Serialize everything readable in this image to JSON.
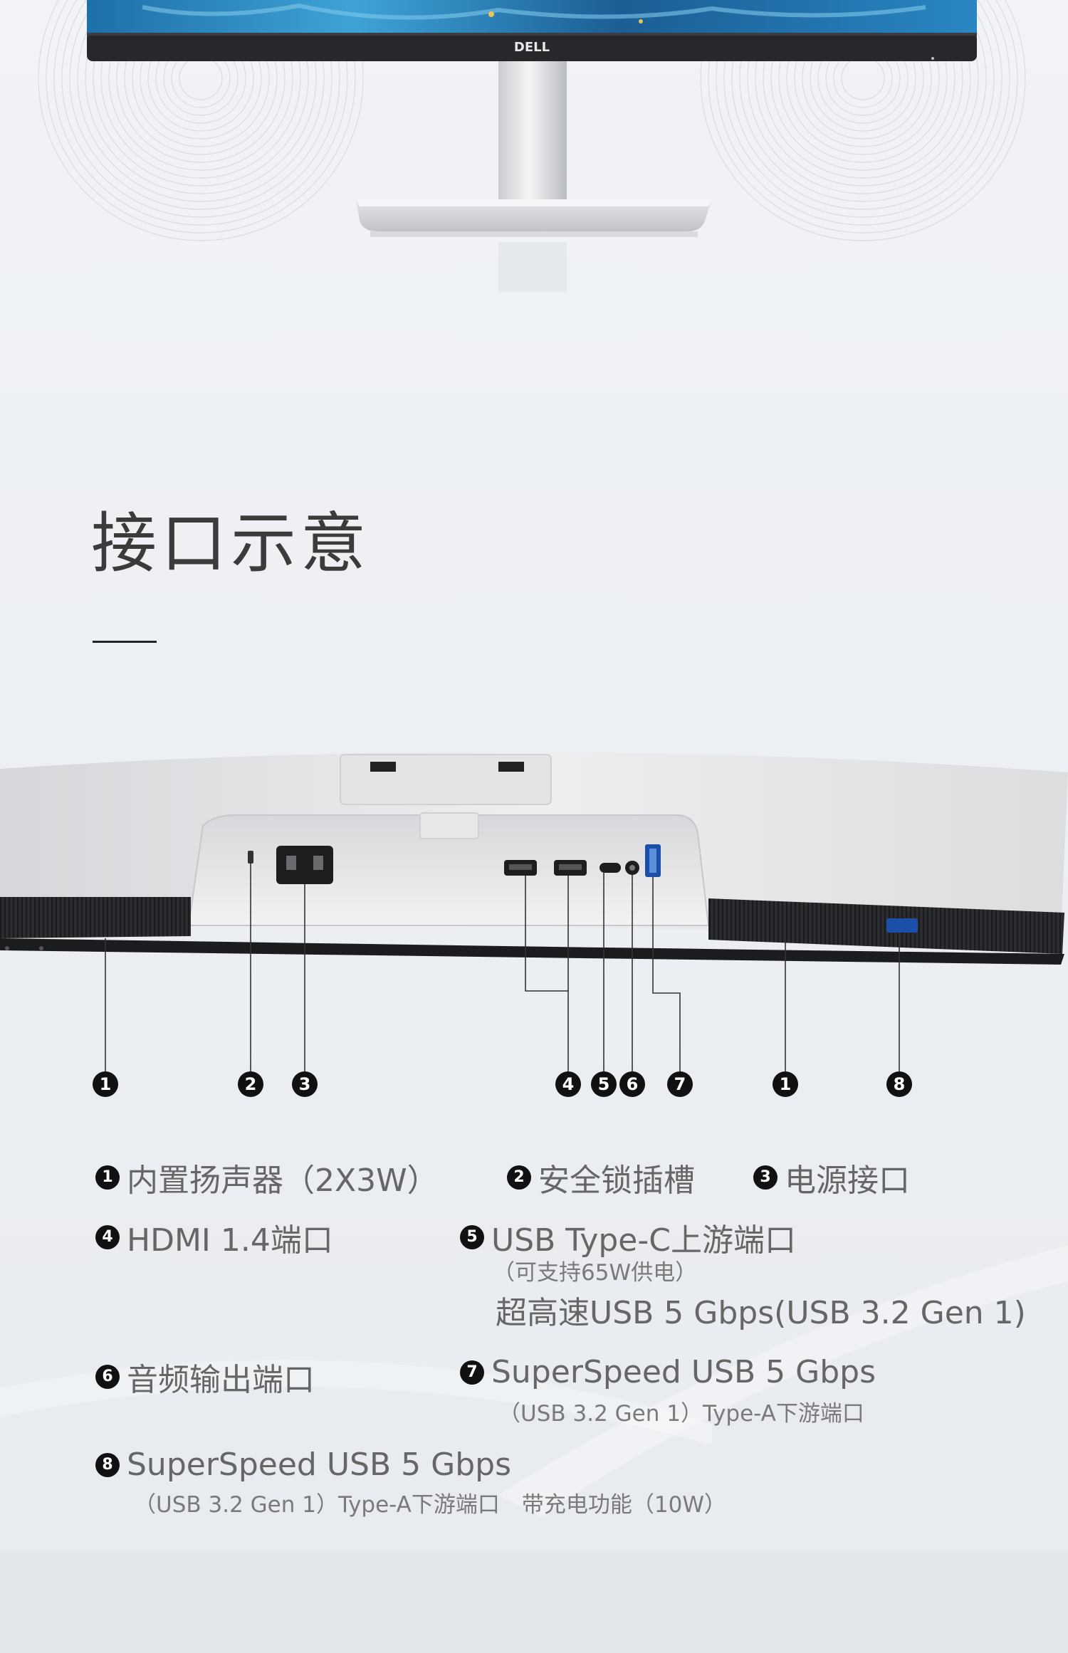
{
  "header": {
    "brand_logo": "DELL"
  },
  "section": {
    "title": "接口示意"
  },
  "callouts": [
    "1",
    "2",
    "3",
    "4",
    "5",
    "6",
    "7",
    "1",
    "8"
  ],
  "legend": {
    "item1": {
      "num": "1",
      "label": "内置扬声器（2X3W）"
    },
    "item2": {
      "num": "2",
      "label": "安全锁插槽"
    },
    "item3": {
      "num": "3",
      "label": "电源接口"
    },
    "item4": {
      "num": "4",
      "label": "HDMI 1.4端口"
    },
    "item5": {
      "num": "5",
      "label": "USB Type-C上游端口",
      "note": "（可支持65W供电）",
      "line2": "超高速USB 5 Gbps",
      "line2_small": "(USB 3.2 Gen 1)"
    },
    "item6": {
      "num": "6",
      "label": "音频输出端口"
    },
    "item7": {
      "num": "7",
      "label": "SuperSpeed USB 5 Gbps",
      "note": "（USB 3.2 Gen 1）Type-A下游端口"
    },
    "item8": {
      "num": "8",
      "label": "SuperSpeed USB 5 Gbps",
      "note": "（USB 3.2 Gen 1）Type-A下游端口　带充电功能（10W）"
    }
  }
}
